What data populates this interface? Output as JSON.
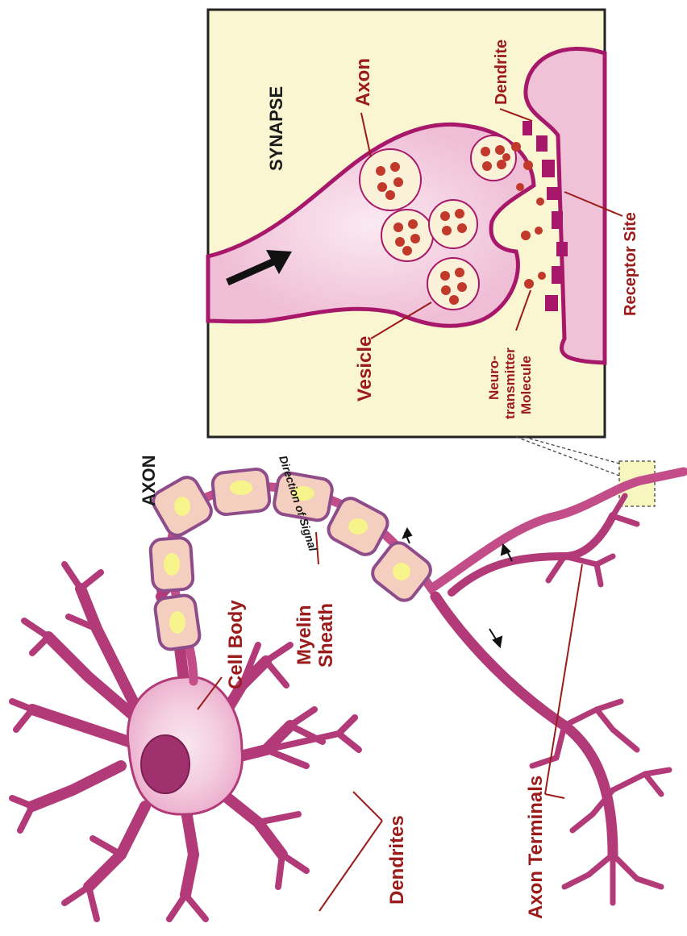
{
  "labels": {
    "synapse_title": "SYNAPSE",
    "axon_inset": "Axon",
    "dendrite_inset": "Dendrite",
    "receptor_site": "Receptor Site",
    "vesicle": "Vesicle",
    "neurotransmitter_line1": "Neuro-",
    "neurotransmitter_line2": "transmitter",
    "neurotransmitter_line3": "Molecule",
    "axon_main": "AXON",
    "cell_body": "Cell Body",
    "myelin_line1": "Myelin",
    "myelin_line2": "Sheath",
    "direction_of_signal": "Direction of Signal",
    "dendrites": "Dendrites",
    "axon_terminals": "Axon Terminals"
  },
  "colors": {
    "neuron_fill": "#f2c4d8",
    "neuron_stroke": "#b23a78",
    "synapse_stroke": "#a8186a",
    "nucleus": "#a0306e",
    "inset_bg": "#fbf6d2",
    "myelin_fill": "#f4cfc0",
    "myelin_stroke": "#8e4c8a",
    "myelin_glow": "#f6f48a",
    "vesicle_fill": "#fbf0d8",
    "molecule": "#c0392b",
    "label_red": "#9b1b1b"
  }
}
